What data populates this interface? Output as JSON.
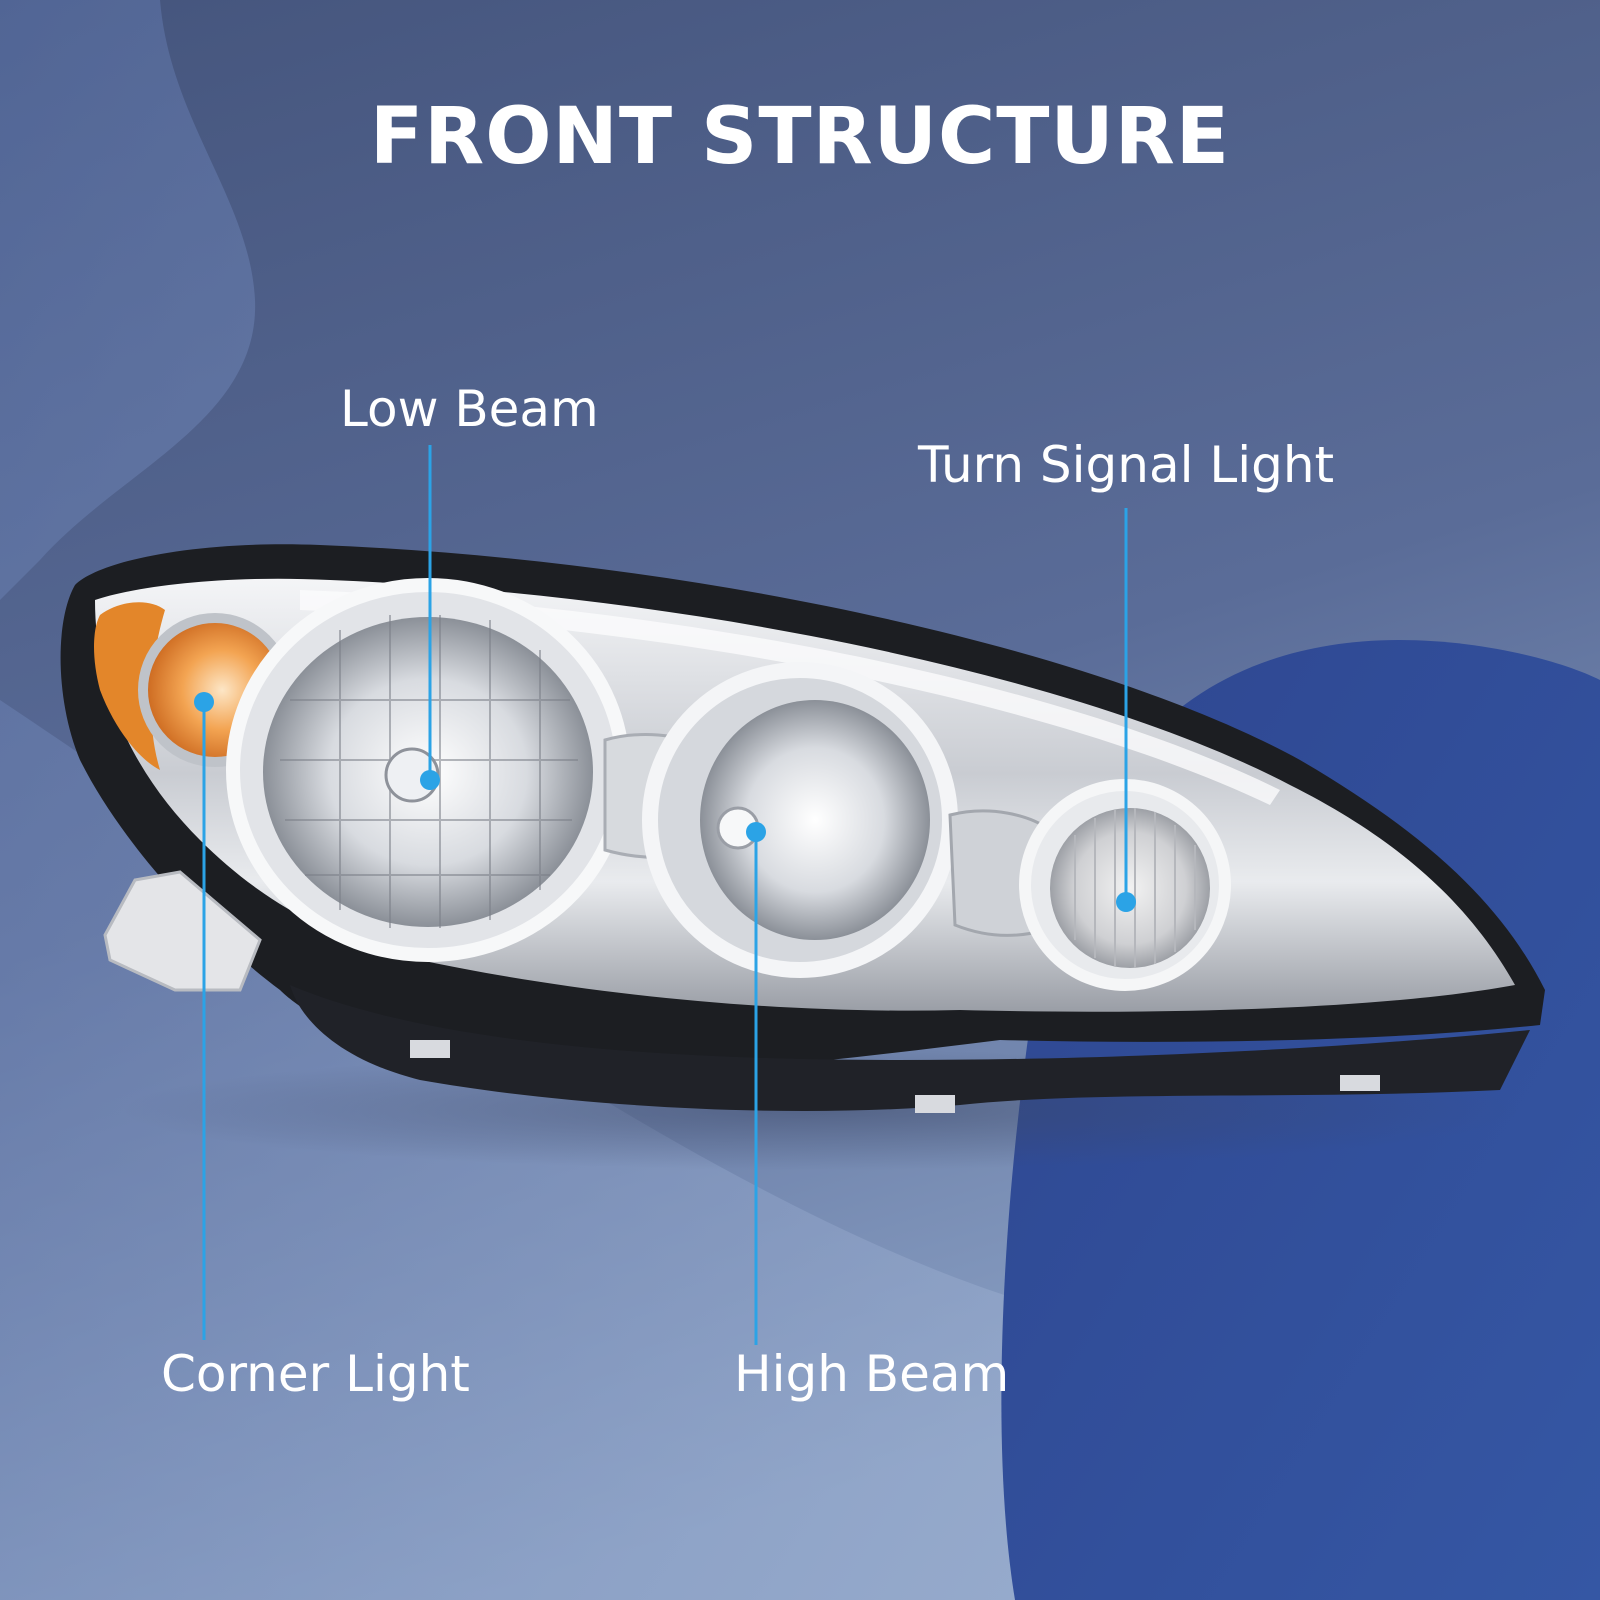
{
  "title": "FRONT STRUCTURE",
  "callouts": {
    "low_beam": "Low Beam",
    "turn_signal": "Turn Signal Light",
    "corner_light": "Corner Light",
    "high_beam": "High Beam"
  },
  "colors": {
    "background_top": "#46567e",
    "background_light": "#8ea3c6",
    "blob_blue": "#2f4a92",
    "callout_line": "#2ba3e6",
    "text": "#ffffff",
    "amber": "#f0912a"
  }
}
